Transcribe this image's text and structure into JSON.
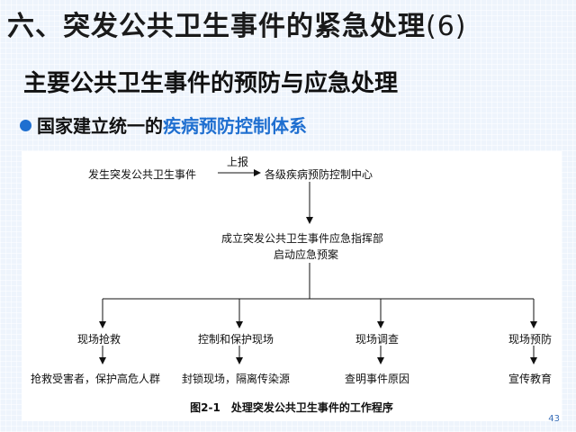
{
  "slide": {
    "title_main": "六、突发公共卫生事件的紧急处理",
    "title_num": "(6)",
    "subtitle": "主要公共卫生事件的预防与应急处理",
    "bullet_prefix": "国家建立统一的",
    "bullet_highlight": "疾病预防控制体系",
    "page_number": "43"
  },
  "flowchart": {
    "start": "发生突发公共卫生事件",
    "report_label": "上报",
    "center": "各级疾病预防控制中心",
    "hq_line1": "成立突发公共卫生事件应急指挥部",
    "hq_line2": "启动应急预案",
    "branches": [
      {
        "head": "现场抢救",
        "detail": "抢救受害者，保护高危人群"
      },
      {
        "head": "控制和保护现场",
        "detail": "封锁现场，隔离传染源"
      },
      {
        "head": "现场调查",
        "detail": "查明事件原因"
      },
      {
        "head": "现场预防",
        "detail": "宣传教育"
      }
    ],
    "caption": "图2-1　处理突发公共卫生事件的工作程序"
  },
  "colors": {
    "accent": "#1f6fd0",
    "text": "#111111"
  }
}
